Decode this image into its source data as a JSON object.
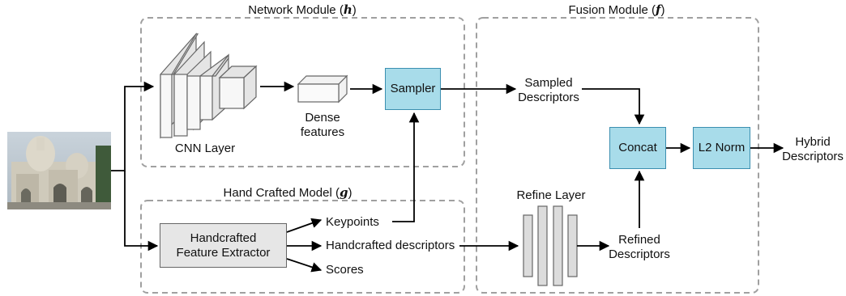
{
  "modules": {
    "network": {
      "title": "Network Module",
      "var": "h"
    },
    "fusion": {
      "title": "Fusion Module",
      "var": "f"
    },
    "handcrafted": {
      "title": "Hand Crafted Model",
      "var": "g"
    }
  },
  "labels": {
    "cnn_layer": "CNN Layer",
    "dense_features": "Dense\nfeatures",
    "sampled_descriptors": "Sampled\nDescriptors",
    "refine_layer": "Refine Layer",
    "refined_descriptors": "Refined\nDescriptors",
    "hybrid_descriptors": "Hybrid\nDescriptors",
    "keypoints": "Keypoints",
    "handcrafted_descriptors": "Handcrafted descriptors",
    "scores": "Scores"
  },
  "boxes": {
    "sampler": "Sampler",
    "concat": "Concat",
    "l2norm": "L2 Norm",
    "extractor": "Handcrafted\nFeature Extractor"
  },
  "colors": {
    "blue_fill": "#a8dcea",
    "blue_border": "#3b8fb0",
    "gray_fill": "#e6e6e6",
    "dashed_border": "#a0a0a0"
  }
}
